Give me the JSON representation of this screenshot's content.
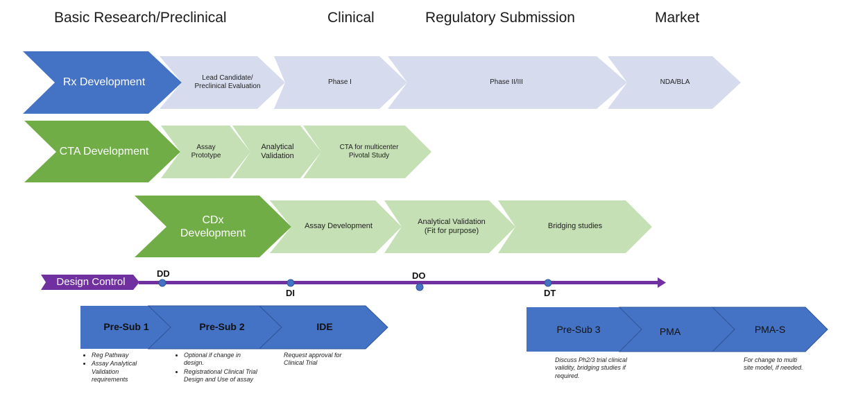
{
  "phases": [
    "Basic Research/Preclinical",
    "Clinical",
    "Regulatory Submission",
    "Market"
  ],
  "rx": {
    "label": "Rx Development",
    "steps": [
      "Lead Candidate/\nPreclinical Evaluation",
      "Phase I",
      "Phase II/III",
      "NDA/BLA"
    ]
  },
  "cta": {
    "label": "CTA Development",
    "steps": [
      "Assay\nPrototype",
      "Analytical\nValidation",
      "CTA for multicenter\nPivotal Study"
    ]
  },
  "cdx": {
    "label": "CDx\nDevelopment",
    "steps": [
      "Assay Development",
      "Analytical Validation\n(Fit for purpose)",
      "Bridging studies"
    ]
  },
  "design_control": {
    "label": "Design Control",
    "milestones": [
      "DD",
      "DI",
      "DO",
      "DT"
    ]
  },
  "regulatory": {
    "left": [
      "Pre-Sub 1",
      "Pre-Sub 2",
      "IDE"
    ],
    "right": [
      "Pre-Sub 3",
      "PMA",
      "PMA-S"
    ]
  },
  "notes": {
    "presub1": [
      "Reg Pathway",
      "Assay Analytical Validation requirements"
    ],
    "presub2": [
      "Optional if change in design.",
      "Registrational Clinical Trial Design and Use of assay"
    ],
    "ide": "Request approval for Clinical Trial",
    "presub3": "Discuss Ph2/3 trial clinical validity, bridging studies if required.",
    "pmas": "For change to multi site model, if needed."
  },
  "colors": {
    "blue": "#4472C4",
    "lavender": "#D6DCEE",
    "green": "#70AD47",
    "lightgreen": "#C5E0B4",
    "purple": "#7030A0",
    "dot": "#4472C4"
  }
}
